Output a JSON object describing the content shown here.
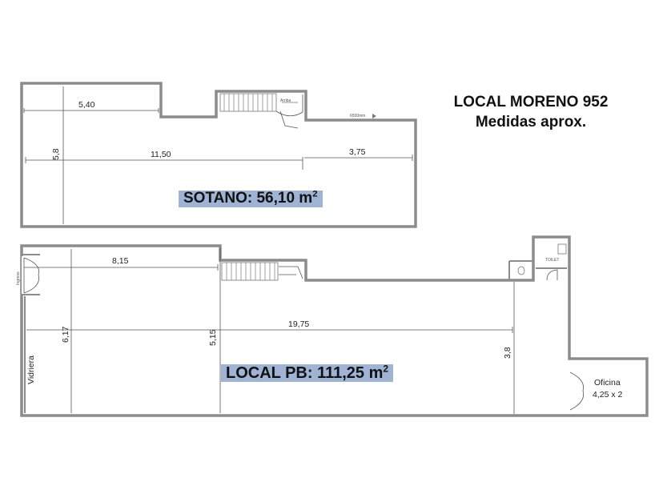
{
  "header": {
    "title": "LOCAL MORENO 952",
    "subtitle": "Medidas aprox."
  },
  "sotano": {
    "area_label": "SOTANO: 56,10 m",
    "area_exp": "2",
    "dim_top_width": "5,40",
    "dim_height": "5,8",
    "dim_main_width": "11,50",
    "dim_right_width": "3,75",
    "stair_label": "Arriba",
    "scale_note": "6500mm"
  },
  "planta_baja": {
    "area_label": "LOCAL PB: 111,25 m",
    "area_exp": "2",
    "dim_top_width": "8,15",
    "dim_left_height": "6,17",
    "dim_mid_height": "5,15",
    "dim_main_width": "19,75",
    "dim_right_height": "3,8",
    "vidriera_label": "Vidriera",
    "ingreso_label": "Ingreso",
    "toilet_label": "TOILET",
    "oficina_label": "Oficina",
    "oficina_size": "4,25 x 2"
  }
}
